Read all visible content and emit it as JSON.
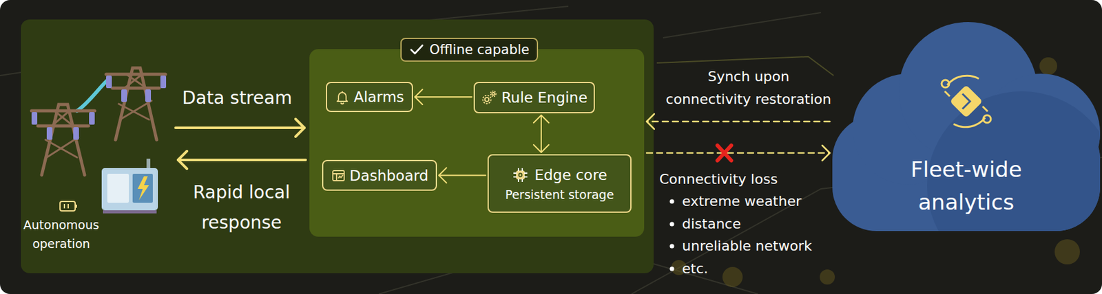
{
  "diagram": {
    "nodes": [
      {
        "text": [
          "Offline capable"
        ]
      },
      {
        "text": [
          "Alarms"
        ],
        "in": 0
      },
      {
        "text": [
          "Rule Engine"
        ],
        "in": 0
      },
      {
        "text": [
          "Dashboard"
        ],
        "in": 0
      },
      {
        "text": [
          "Edge core",
          "Persistent storage"
        ],
        "in": 0
      },
      {
        "text": [
          "Fleet-wide analytics"
        ]
      }
    ],
    "edges": [
      {
        "from": 2,
        "to": 1,
        "arrow": "to"
      },
      {
        "from": 2,
        "to": 4,
        "arrow": "both"
      },
      {
        "from": 4,
        "to": 3,
        "arrow": "to"
      },
      {
        "from": 5,
        "to": 0,
        "arrow": "to",
        "label": "Synch upon connectivity restoration"
      },
      {
        "from": 0,
        "to": 5,
        "arrow": "to",
        "label": "Connectivity loss"
      }
    ],
    "labels": [
      "Data stream",
      "Rapid local response",
      "Autonomous operation",
      "extreme weather",
      "distance",
      "unreliable network",
      "etc."
    ]
  }
}
